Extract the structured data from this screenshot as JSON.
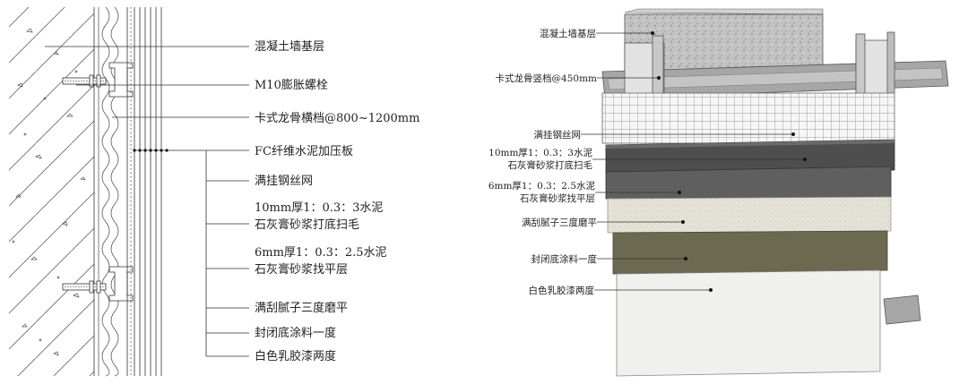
{
  "left_labels": [
    {
      "id": "concrete",
      "lines": [
        "混凝土墙基层"
      ]
    },
    {
      "id": "bolt",
      "lines": [
        "M10膨胀螺栓"
      ]
    },
    {
      "id": "keel",
      "lines": [
        "卡式龙骨横档@800~1200mm"
      ]
    },
    {
      "id": "fc-board",
      "lines": [
        "FC纤维水泥加压板"
      ]
    },
    {
      "id": "mesh",
      "lines": [
        "满挂钢丝网"
      ]
    },
    {
      "id": "mortar10",
      "lines": [
        "10mm厚1：0.3：3水泥",
        "石灰膏砂浆打底扫毛"
      ]
    },
    {
      "id": "mortar6",
      "lines": [
        "6mm厚1：0.3：2.5水泥",
        "石灰膏砂浆找平层"
      ]
    },
    {
      "id": "putty",
      "lines": [
        "满刮腻子三度磨平"
      ]
    },
    {
      "id": "primer",
      "lines": [
        "封闭底涂料一度"
      ]
    },
    {
      "id": "latex",
      "lines": [
        "白色乳胶漆两度"
      ]
    }
  ],
  "right_labels": [
    {
      "id": "concrete",
      "lines": [
        "混凝土墙基层"
      ]
    },
    {
      "id": "keel",
      "lines": [
        "卡式龙骨竖档@450mm"
      ]
    },
    {
      "id": "mesh",
      "lines": [
        "满挂钢丝网"
      ]
    },
    {
      "id": "mortar10",
      "lines": [
        "10mm厚1：0.3：3水泥",
        "石灰膏砂浆打底扫毛"
      ]
    },
    {
      "id": "mortar6",
      "lines": [
        "6mm厚1：0.3：2.5水泥",
        "石灰膏砂浆找平层"
      ]
    },
    {
      "id": "putty",
      "lines": [
        "满刮腻子三度磨平"
      ]
    },
    {
      "id": "primer",
      "lines": [
        "封闭底涂料一度"
      ]
    },
    {
      "id": "latex",
      "lines": [
        "白色乳胶漆两度"
      ]
    }
  ],
  "colors": {
    "concrete": "#b9b9b9",
    "keel": "#d8d8d8",
    "mesh": "#f4f4f4",
    "mortar10": "#4e4e4e",
    "mortar6": "#5f5f5f",
    "putty": "#e6e3da",
    "primer": "#6b6a50",
    "latex": "#f0f0ee"
  }
}
